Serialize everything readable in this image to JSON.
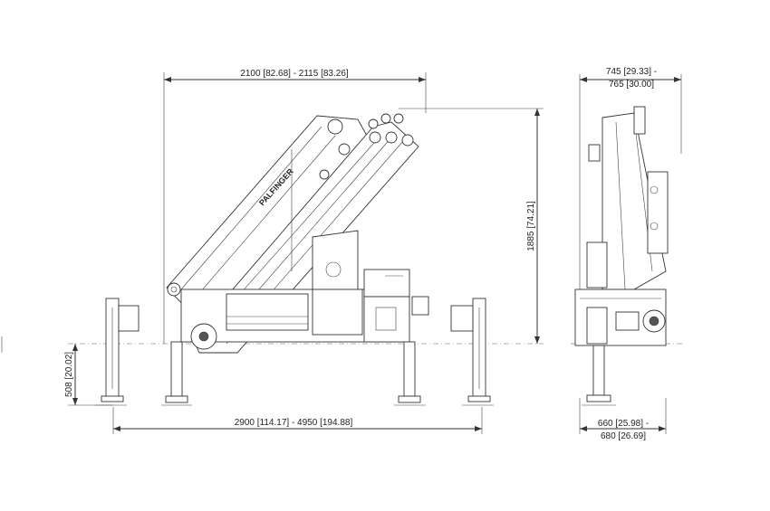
{
  "dimensions": {
    "side_width": "2100 [82.68] - 2115 [83.26]",
    "height": "1885  [74.21]",
    "outrigger_height": "508  [20.02]",
    "outrigger_span": "2900 [114.17] - 4950 [194.88]",
    "end_width_top_1": "745 [29.33] -",
    "end_width_top_2": "765 [30.00]",
    "end_width_bottom_1": "660 [25.98] -",
    "end_width_bottom_2": "680 [26.69]"
  },
  "brand": {
    "boom_label": "PALFINGER"
  },
  "colors": {
    "line": "#333333",
    "background": "#ffffff"
  }
}
